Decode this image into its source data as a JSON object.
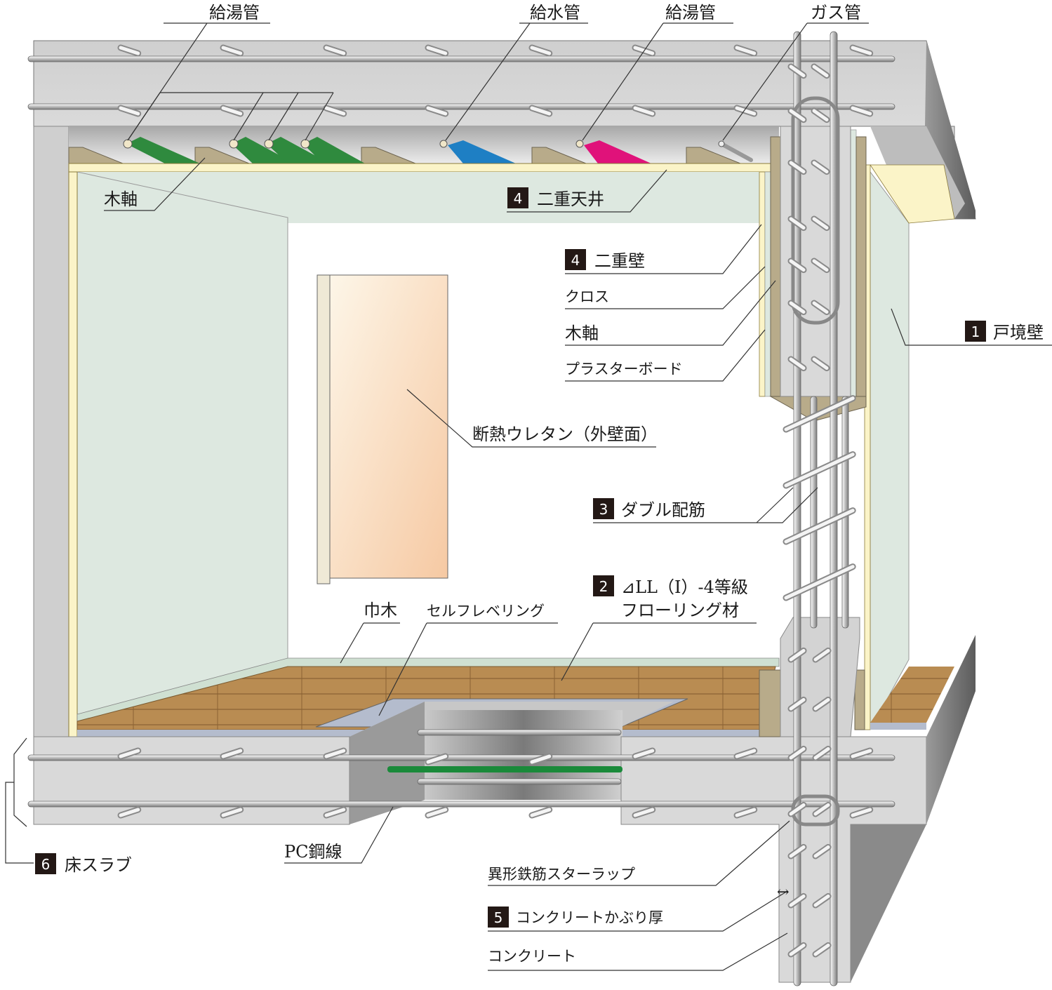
{
  "labels": {
    "hot_water_pipe_1": "給湯管",
    "water_pipe": "給水管",
    "hot_water_pipe_2": "給湯管",
    "gas_pipe": "ガス管",
    "wood_frame_ceiling": "木軸",
    "double_ceiling": "二重天井",
    "double_wall": "二重壁",
    "cloth": "クロス",
    "wood_frame_wall": "木軸",
    "plaster_board": "プラスターボード",
    "unit_boundary_wall": "戸境壁",
    "insulation": "断熱ウレタン（外壁面）",
    "double_rebar": "ダブル配筋",
    "flooring_line1": "⊿LL（I）-4等級",
    "flooring_line2": "フローリング材",
    "baseboard": "巾木",
    "self_leveling": "セルフレベリング",
    "floor_slab": "床スラブ",
    "pc_strand": "PC鋼線",
    "stirrup": "異形鉄筋スターラップ",
    "concrete_cover": "コンクリートかぶり厚",
    "concrete": "コンクリート",
    "cover_arrow": "↔"
  },
  "badges": {
    "unit_boundary_wall": "1",
    "flooring": "2",
    "double_rebar": "3",
    "double_ceiling": "4",
    "double_wall": "4",
    "concrete_cover": "5",
    "floor_slab": "6"
  },
  "colors": {
    "concrete": "#d9d9d9",
    "concrete_dark": "#8a8a8a",
    "wall_finish": "#dde8e0",
    "wood_trim": "#fbf4c8",
    "wood_floor": "#b5894f",
    "pipe_green": "#2f8a3e",
    "pipe_blue": "#1e7fc4",
    "pipe_magenta": "#e0127a",
    "pc_strand": "#1a8a3a",
    "insulation_top": "#fdf6e8",
    "insulation_bottom": "#f6c9a3",
    "badge": "#231815"
  }
}
